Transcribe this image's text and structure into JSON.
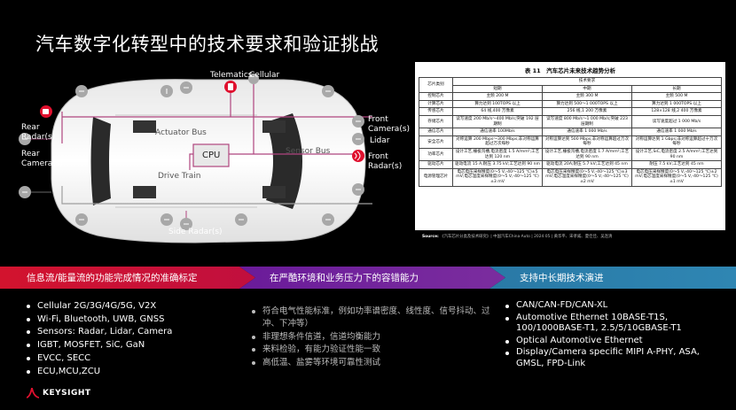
{
  "slide": {
    "title": "汽车数字化转型中的技术要求和验证挑战"
  },
  "diagram": {
    "labels": {
      "telematics": "Telematics",
      "cellular": "Cellular",
      "rear_radar": "Rear\nRadar(s)",
      "rear_camera": "Rear\nCamera(s)",
      "front_camera": "Front\nCamera(s)",
      "lidar": "Lidar",
      "front_radar": "Front Radar(s)",
      "side_radar": "Side Radar(s)",
      "actuator_bus": "Actuator Bus",
      "sensor_bus": "Sensor Bus",
      "drive_train": "Drive Train",
      "cpu": "CPU"
    },
    "colors": {
      "accent": "#e0102e",
      "bus": "#b0457f"
    }
  },
  "table": {
    "title": "表 11　汽车芯片未来技术趋势分析",
    "header": {
      "type": "芯片类别",
      "group": "技术要求",
      "short": "短期",
      "mid": "中期",
      "long": "长期"
    },
    "rows": [
      {
        "name": "控制芯片",
        "short": "主频 200 M",
        "mid": "主频 300 M",
        "long": "主频 500 M"
      },
      {
        "name": "计算芯片",
        "short": "算力达到 100TOPS 以上",
        "mid": "算力达到 500～1 000TOPS 以上",
        "long": "算力达到 1 000TOPS 以上"
      },
      {
        "name": "传感芯片",
        "short": "64 线,400 万像素",
        "mid": "256 线,1 200 万像素",
        "long": "128×128 线,2 400 万像素"
      },
      {
        "name": "存储芯片",
        "short": "读写速度 200 Mb/s～400 Mb/s;突破 192 层期制",
        "mid": "读写速度 800 Mb/s～1 000 Mb/s;突破 223 层期制",
        "long": "读写速度超过 1 000 Mb/s"
      },
      {
        "name": "通信芯片",
        "short": "通信速率 100Mb/s",
        "mid": "通信速率 1 000 Mb/s",
        "long": "通信速率 1 000 Mb/s"
      },
      {
        "name": "安全芯片",
        "short": "对称运算 200 Mbps～300 Mbps;非对称运算超过万次每秒",
        "mid": "对称运算达到 500 Mbps;非对称运算超过万次每秒",
        "long": "对称运算达到 1 Gbps;非对称运算超过十万次每秒"
      },
      {
        "name": "功率芯片",
        "short": "设计工艺,栅极沟槽,电流密度 1.5 A/mm²;工艺达到 120 nm",
        "mid": "设计工艺,栅极沟槽,电流密度 1.7 A/mm²;工艺达到 90 nm",
        "long": "设计工艺,SiC,电流密度 2.5 A/mm²;工艺达到 90 nm"
      },
      {
        "name": "驱动芯片",
        "short": "驱动电流 15 A;耐压 3.75 kV;工艺达到 90 nm",
        "mid": "驱动电流 20A;耐压 5.7 kV;工艺达到 45 nm",
        "long": "耐压 7.5 kV;工艺达到 45 nm"
      },
      {
        "name": "电源管理芯片",
        "short": "电芯电压采样精度(0～5 V,-40～125 ℃)±5 mV;电芯温度采样精度(0～5 V,-40～125 ℃)±3 mV",
        "mid": "电芯电压采样精度(0～5 V,-40～125 ℃)±3 mV;电芯温度采样精度(0～5 V,-40～125 ℃)±2 mV",
        "long": "电芯电压采样精度(0～5 V,-40～125 ℃)±2 mV;电芯温度采样精度(0～5 V,-40～125 ℃)±1 mV"
      }
    ],
    "source_label": "Source:",
    "source_text": "《汽车芯片分类及技术研究》| 中国汽车China Auto | 2024 05 | 黄华平、宋孝威、夏佳佳、吴连清"
  },
  "bands": [
    {
      "text": "信息流/能量流的功能完成情况的准确标定"
    },
    {
      "text": "在严酷环境和业务压力下的容错能力"
    },
    {
      "text": "支持中长期技术演进"
    }
  ],
  "list1": [
    "Cellular 2G/3G/4G/5G, V2X",
    "Wi-Fi, Bluetooth, UWB, GNSS",
    "Sensors: Radar, Lidar, Camera",
    "IGBT, MOSFET, SiC, GaN",
    "EVCC, SECC",
    "ECU,MCU,ZCU"
  ],
  "list2": [
    "符合电气性能标准，例如功率谱密度、线性度、信号抖动、过冲、下冲等）",
    "非理想条件信道，信道均衡能力",
    "来料检验，有能力验证性能一致",
    "高低温、盐雾等环境可靠性测试"
  ],
  "list3": [
    "CAN/CAN-FD/CAN-XL",
    "Automotive Ethernet 10BASE-T1S, 100/1000BASE-T1, 2.5/5/10GBASE-T1",
    "Optical Automotive Ethernet",
    "Display/Camera specific MIPI A-PHY, ASA, GMSL, FPD-Link"
  ],
  "logo": {
    "text": "KEYSIGHT",
    "color": "#e0102e"
  }
}
